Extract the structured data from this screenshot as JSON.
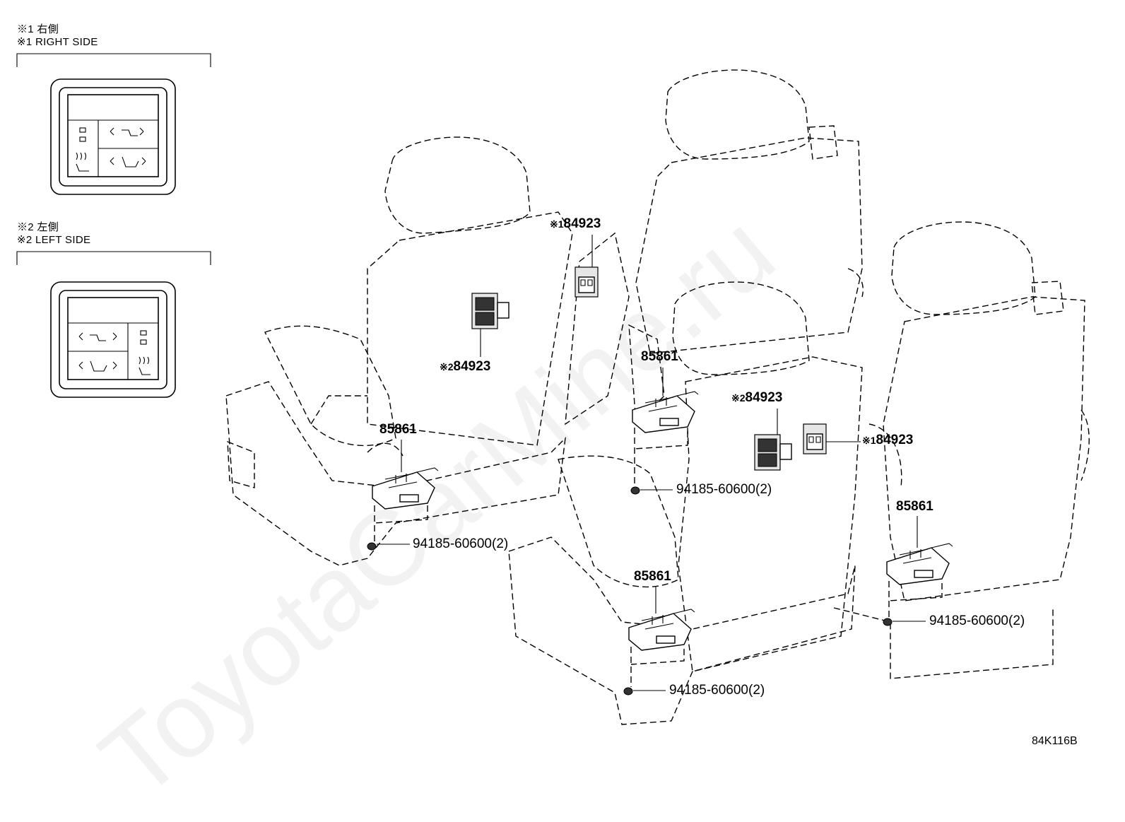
{
  "legend": {
    "right_side": {
      "mark": "※1",
      "title_jp": "右側",
      "title_en": "RIGHT SIDE"
    },
    "left_side": {
      "mark": "※2",
      "title_jp": "左側",
      "title_en": "LEFT SIDE"
    }
  },
  "parts": {
    "switch_right_top": {
      "mark": "※1",
      "number": "84923"
    },
    "switch_left_top": {
      "mark": "※2",
      "number": "84923"
    },
    "switch_left_mid": {
      "mark": "※2",
      "number": "84923"
    },
    "switch_right_mid": {
      "mark": "※1",
      "number": "84923"
    },
    "module_seat1": {
      "number": "85861"
    },
    "module_seat2": {
      "number": "85861"
    },
    "module_seat3": {
      "number": "85861"
    },
    "module_seat4": {
      "number": "85861"
    },
    "nut_seat1": {
      "number": "94185-60600(2)"
    },
    "nut_seat2": {
      "number": "94185-60600(2)"
    },
    "nut_seat3": {
      "number": "94185-60600(2)"
    },
    "nut_seat4": {
      "number": "94185-60600(2)"
    }
  },
  "figure_code": "84K116B",
  "watermark": "ToyotaCarMine.ru",
  "icons": {
    "switch_panel": "seat-switch-panel-icon",
    "seat_heater": "seat-heater-icon",
    "recline": "recline-icon",
    "ottoman": "ottoman-icon"
  },
  "colors": {
    "line": "#000000",
    "background": "#ffffff",
    "watermark": "#0000000d"
  }
}
